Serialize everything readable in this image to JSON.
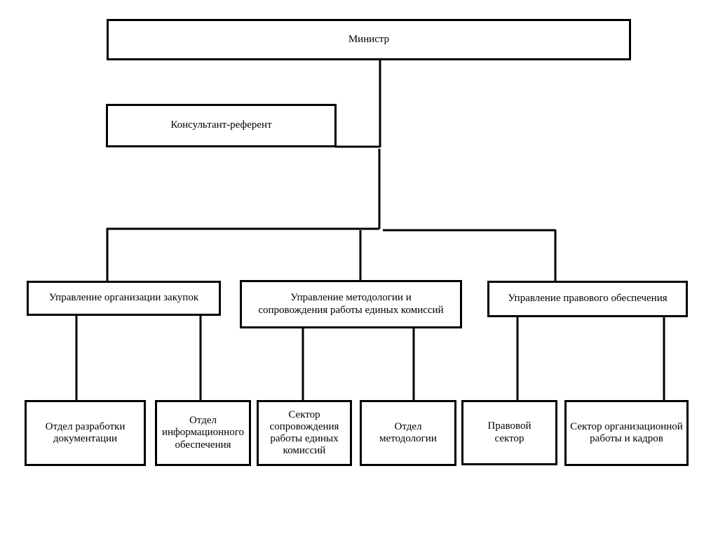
{
  "diagram": {
    "minister": "Министр",
    "consultant": "Консультант-референт",
    "departments": [
      {
        "label": "Управление организации закупок"
      },
      {
        "label": "Управление методологии и сопровождения работы единых комиссий"
      },
      {
        "label": "Управление правового обеспечения"
      }
    ],
    "units": [
      {
        "label": "Отдел разработки документации"
      },
      {
        "label": "Отдел информационного обеспечения"
      },
      {
        "label": "Сектор сопровождения работы единых комиссий"
      },
      {
        "label": "Отдел методологии"
      },
      {
        "label": "Правовой сектор"
      },
      {
        "label": "Сектор организационной работы и кадров"
      }
    ]
  }
}
